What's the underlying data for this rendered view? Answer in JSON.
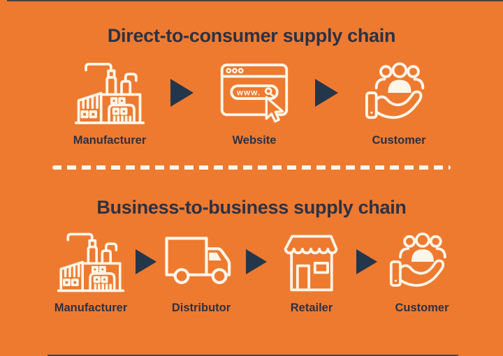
{
  "theme": {
    "bg_color": "#EE7A30",
    "text_color": "#2D3142",
    "arrow_color": "#24364A",
    "icon_color": "#FCF6E8"
  },
  "sections": [
    {
      "title": "Direct-to-consumer supply chain",
      "steps": [
        {
          "label": "Manufacturer",
          "icon": "factory-icon"
        },
        {
          "label": "Website",
          "icon": "website-browser-icon",
          "icon_text": "www."
        },
        {
          "label": "Customer",
          "icon": "customer-hand-icon"
        }
      ]
    },
    {
      "title": "Business-to-business supply chain",
      "steps": [
        {
          "label": "Manufacturer",
          "icon": "factory-icon"
        },
        {
          "label": "Distributor",
          "icon": "delivery-truck-icon"
        },
        {
          "label": "Retailer",
          "icon": "storefront-icon"
        },
        {
          "label": "Customer",
          "icon": "customer-hand-icon"
        }
      ]
    }
  ]
}
